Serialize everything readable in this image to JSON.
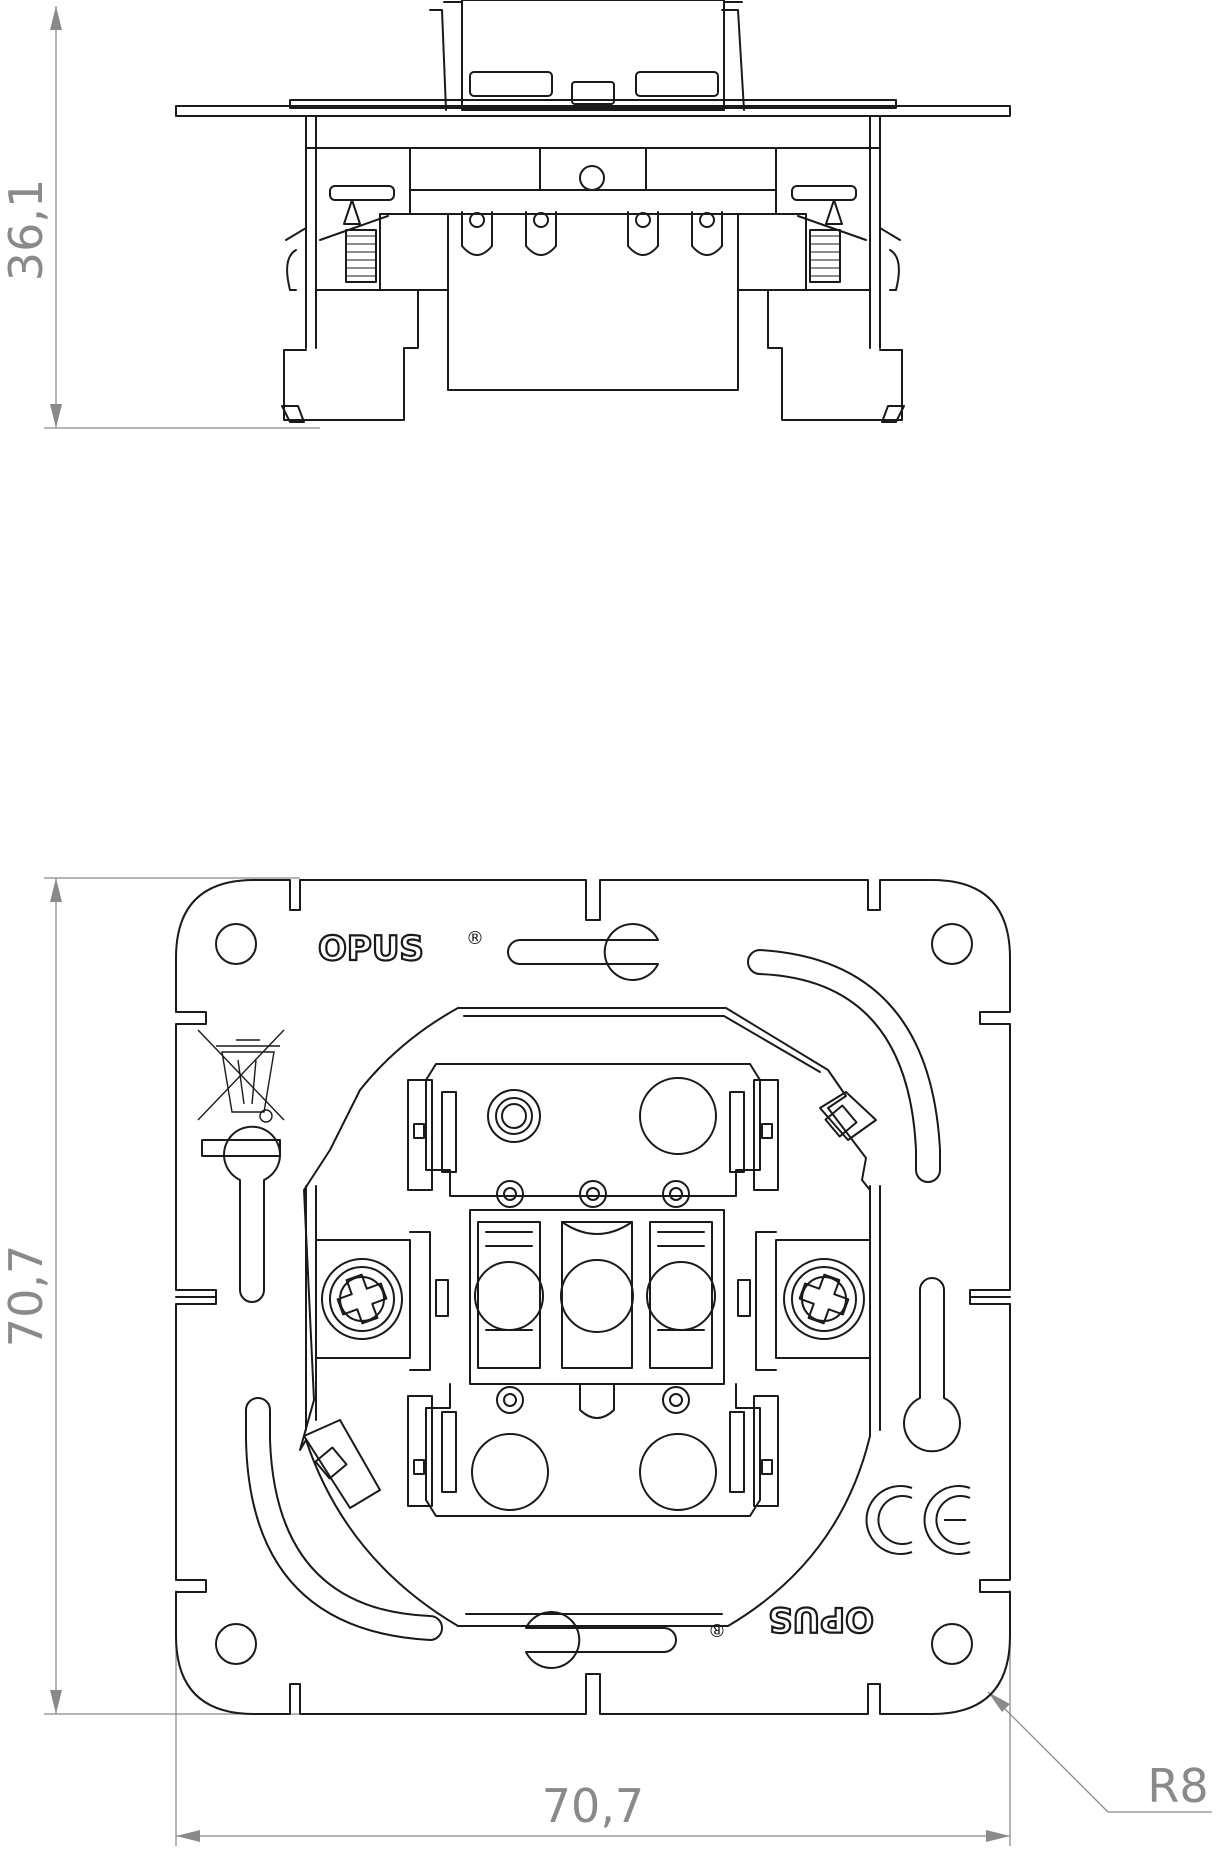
{
  "drawing": {
    "side_view": {
      "height_dimension": "36,1"
    },
    "front_view": {
      "height_dimension": "70,7",
      "width_dimension": "70,7",
      "corner_radius_label": "R8",
      "brand_top": "OPUS",
      "brand_bottom": "OPUS",
      "registered_mark": "®",
      "ce_mark": "CE"
    },
    "colors": {
      "line": "#1a1a1a",
      "dimension": "#8a8a8a",
      "background": "#ffffff"
    },
    "icons": [
      "weee-crossed-bin-icon",
      "ce-mark-icon",
      "registered-mark-icon",
      "screw-icon"
    ]
  }
}
